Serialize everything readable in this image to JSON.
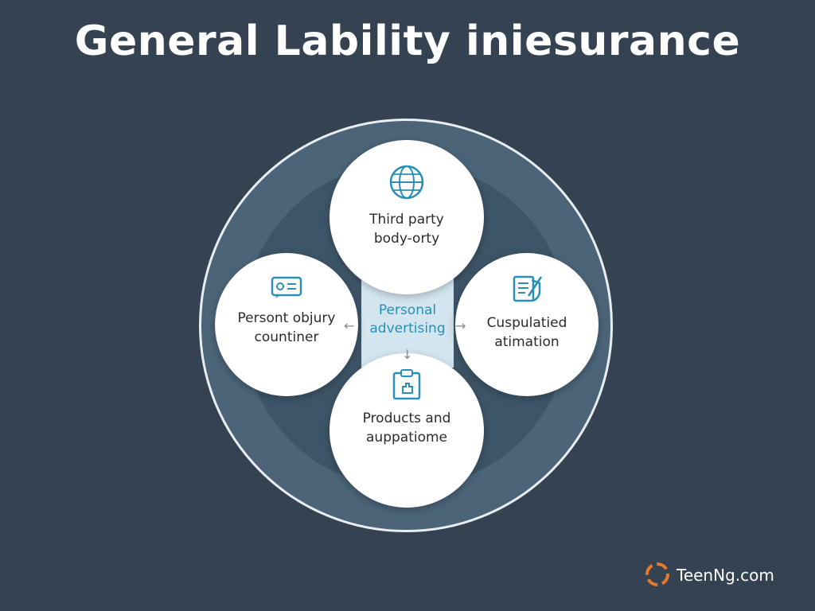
{
  "title": "General Lability iniesurance",
  "center": {
    "line1": "Personal",
    "line2": "advertising"
  },
  "nodes": {
    "top": {
      "line1": "Third party",
      "line2": "body-orty",
      "icon": "globe-icon"
    },
    "left": {
      "line1": "Persont objury",
      "line2": "countiner",
      "icon": "id-card-icon"
    },
    "right": {
      "line1": "Cuspulatied",
      "line2": "atimation",
      "icon": "document-shield-icon"
    },
    "bottom": {
      "line1": "Products and",
      "line2": "auppatiome",
      "icon": "clipboard-icon"
    }
  },
  "branding": {
    "text": "TeenNg.com",
    "icon": "aperture-logo-icon",
    "accent": "#e8792b"
  },
  "colors": {
    "background": "#344252",
    "ring": "#4b6478",
    "accent": "#2a8fb5"
  }
}
